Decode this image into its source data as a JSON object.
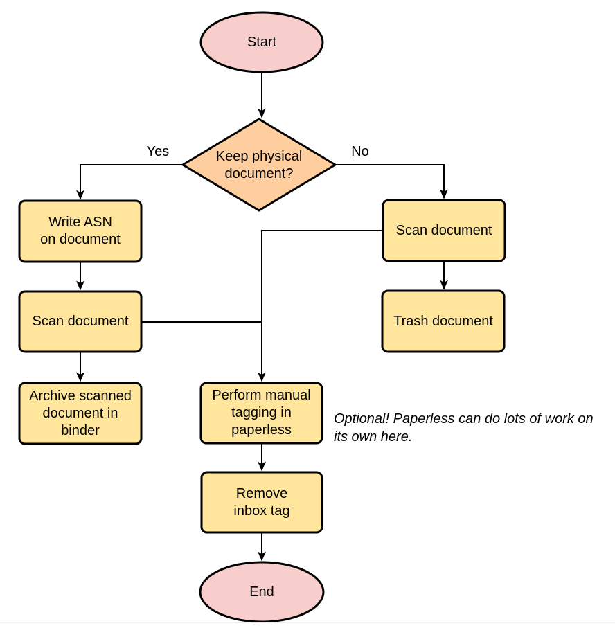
{
  "diagram": {
    "colors": {
      "terminator_fill": "#f8cecc",
      "decision_fill": "#ffce9f",
      "process_fill": "#ffe69c",
      "stroke": "#000000"
    },
    "nodes": {
      "start": {
        "lines": [
          "Start"
        ]
      },
      "decision": {
        "lines": [
          "Keep physical",
          "document?"
        ]
      },
      "write_asn": {
        "lines": [
          "Write ASN",
          "on document"
        ]
      },
      "scan_left": {
        "lines": [
          "Scan document"
        ]
      },
      "archive": {
        "lines": [
          "Archive scanned",
          "document in",
          "binder"
        ]
      },
      "scan_right": {
        "lines": [
          "Scan document"
        ]
      },
      "trash": {
        "lines": [
          "Trash document"
        ]
      },
      "perform_tagging": {
        "lines": [
          "Perform manual",
          "tagging in",
          "paperless"
        ]
      },
      "remove_inbox": {
        "lines": [
          "Remove",
          "inbox tag"
        ]
      },
      "end": {
        "lines": [
          "End"
        ]
      }
    },
    "edge_labels": {
      "yes": "Yes",
      "no": "No"
    },
    "note": {
      "lines": [
        "Optional! Paperless can do lots of work on",
        "its own here."
      ]
    }
  }
}
